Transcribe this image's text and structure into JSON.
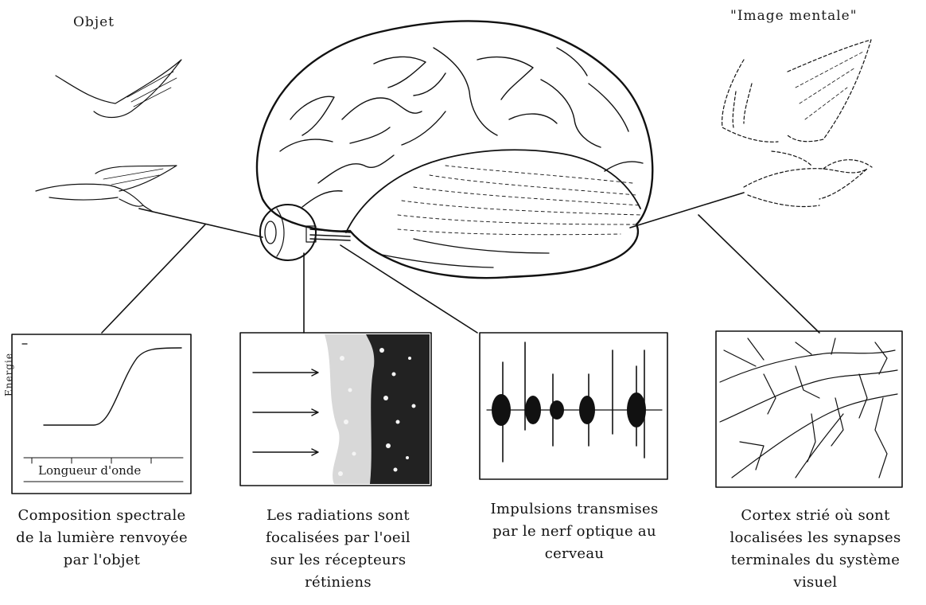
{
  "title_left": "Objet",
  "title_right": "\"Image mentale\"",
  "panel1": {
    "y_axis_label": "Energie",
    "x_axis_label": "Longueur d'onde",
    "caption_lines": [
      "Composition spectrale",
      "de la lumière renvoyée",
      "par l'objet"
    ]
  },
  "panel2": {
    "caption_lines": [
      "Les radiations sont",
      "focalisées par l'oeil",
      "sur les récepteurs",
      "rétiniens"
    ]
  },
  "panel3": {
    "caption_lines": [
      "Impulsions transmises",
      "par le nerf optique au",
      "cerveau"
    ]
  },
  "panel4": {
    "caption_lines": [
      "Cortex strié où sont",
      "localisées les synapses",
      "terminales du système",
      "visuel"
    ]
  },
  "icons": [
    "bird-object-icon",
    "brain-icon",
    "eye-icon",
    "bird-mental-image-icon"
  ]
}
